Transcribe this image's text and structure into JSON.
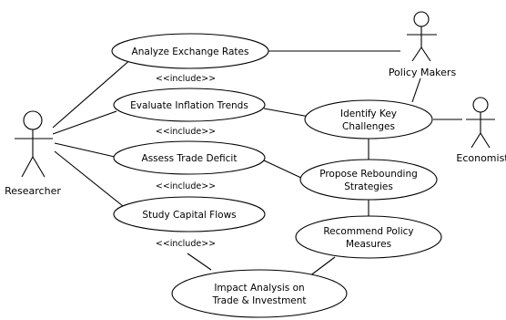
{
  "actors": {
    "researcher": "Researcher",
    "policy_makers": "Policy Makers",
    "economist": "Economist"
  },
  "use_cases": {
    "analyze_exchange_rates": "Analyze Exchange Rates",
    "evaluate_inflation_trends": "Evaluate Inflation Trends",
    "assess_trade_deficit": "Assess Trade Deficit",
    "study_capital_flows": "Study Capital Flows",
    "identify_key_challenges": [
      "Identify Key",
      "Challenges"
    ],
    "propose_rebounding_strategies": [
      "Propose Rebounding",
      "Strategies"
    ],
    "recommend_policy_measures": [
      "Recommend Policy",
      "Measures"
    ],
    "impact_analysis": [
      "Impact Analysis on",
      "Trade & Investment"
    ]
  },
  "include_labels": [
    "<<include>>",
    "<<include>>",
    "<<include>>",
    "<<include>>"
  ]
}
